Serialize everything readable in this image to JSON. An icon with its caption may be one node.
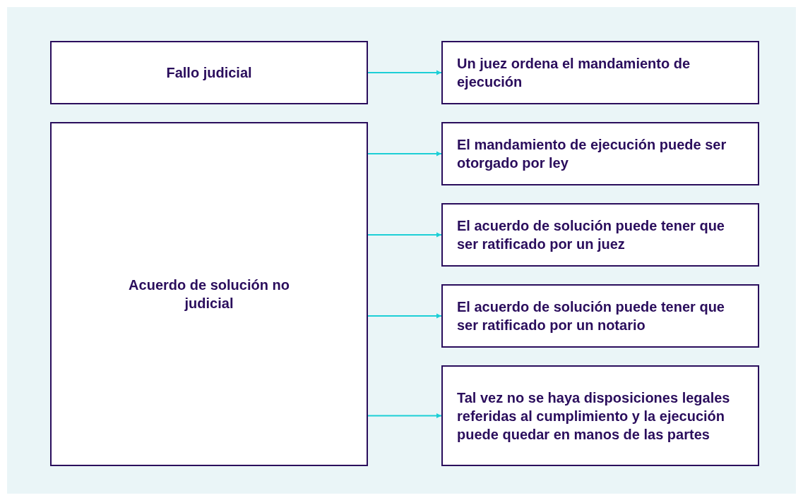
{
  "diagram": {
    "nodes": [
      {
        "text": [
          "Fallo judicial"
        ]
      },
      {
        "text": [
          "Un juez ordena el mandamiento de ejecución"
        ]
      },
      {
        "text": [
          "Acuerdo de solución no judicial"
        ]
      },
      {
        "text": [
          "El mandamiento de ejecución puede ser otorgado por ley"
        ]
      },
      {
        "text": [
          "El acuerdo de solución puede tener que ser ratificado por un juez"
        ]
      },
      {
        "text": [
          "El acuerdo de solución puede tener que ser ratificado por un notario"
        ]
      },
      {
        "text": [
          "Tal vez no se haya disposiciones legales referidas al cumplimiento y la ejecución puede quedar en manos de las partes"
        ]
      }
    ],
    "edges": [
      {
        "from": 0,
        "to": 1,
        "arrow": "to"
      },
      {
        "from": 2,
        "to": 3,
        "arrow": "to"
      },
      {
        "from": 2,
        "to": 4,
        "arrow": "to"
      },
      {
        "from": 2,
        "to": 5,
        "arrow": "to"
      },
      {
        "from": 2,
        "to": 6,
        "arrow": "to"
      }
    ]
  }
}
